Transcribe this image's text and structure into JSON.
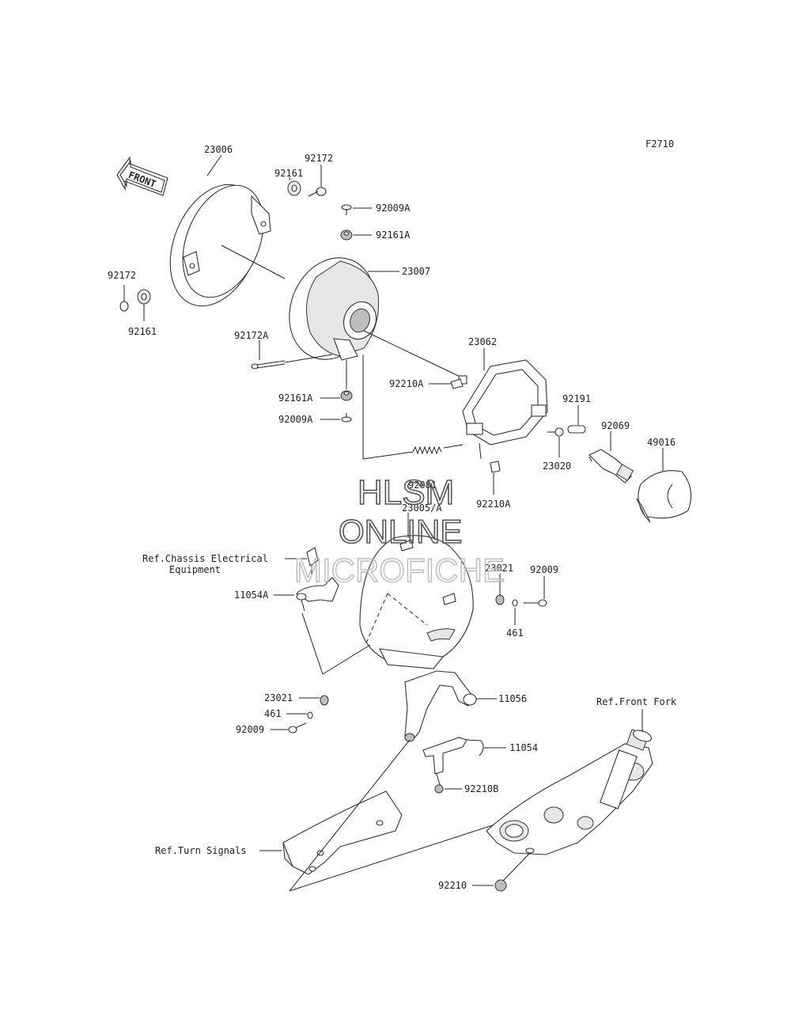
{
  "figure_code": "F2710",
  "front_arrow_text": "FRONT",
  "watermark": {
    "line1": "HLSM",
    "line2": "ONLINE",
    "line3": "MICROFICHE"
  },
  "labels": {
    "p23006": "23006",
    "p92172_top": "92172",
    "p92161_top": "92161",
    "p92009A_top": "92009A",
    "p92161A_top": "92161A",
    "p23007": "23007",
    "p92172_left": "92172",
    "p92161_left": "92161",
    "p92172A": "92172A",
    "p23062": "23062",
    "p92210A_top": "92210A",
    "p92191": "92191",
    "p92069": "92069",
    "p49016": "49016",
    "p92161A_bot": "92161A",
    "p92009A_bot": "92009A",
    "p23020": "23020",
    "p92081": "92081",
    "p23005A": "23005/A",
    "p92210A_bot": "92210A",
    "ref_chassis_1": "Ref.Chassis Electrical",
    "ref_chassis_2": "Equipment",
    "p11054A": "11054A",
    "p23021_right": "23021",
    "p92009_right": "92009",
    "p461_right": "461",
    "p23021_left": "23021",
    "p461_left": "461",
    "p92009_left": "92009",
    "p11056": "11056",
    "ref_front_fork": "Ref.Front Fork",
    "p11054": "11054",
    "p92210B": "92210B",
    "ref_turn_signals": "Ref.Turn Signals",
    "p92210": "92210"
  }
}
